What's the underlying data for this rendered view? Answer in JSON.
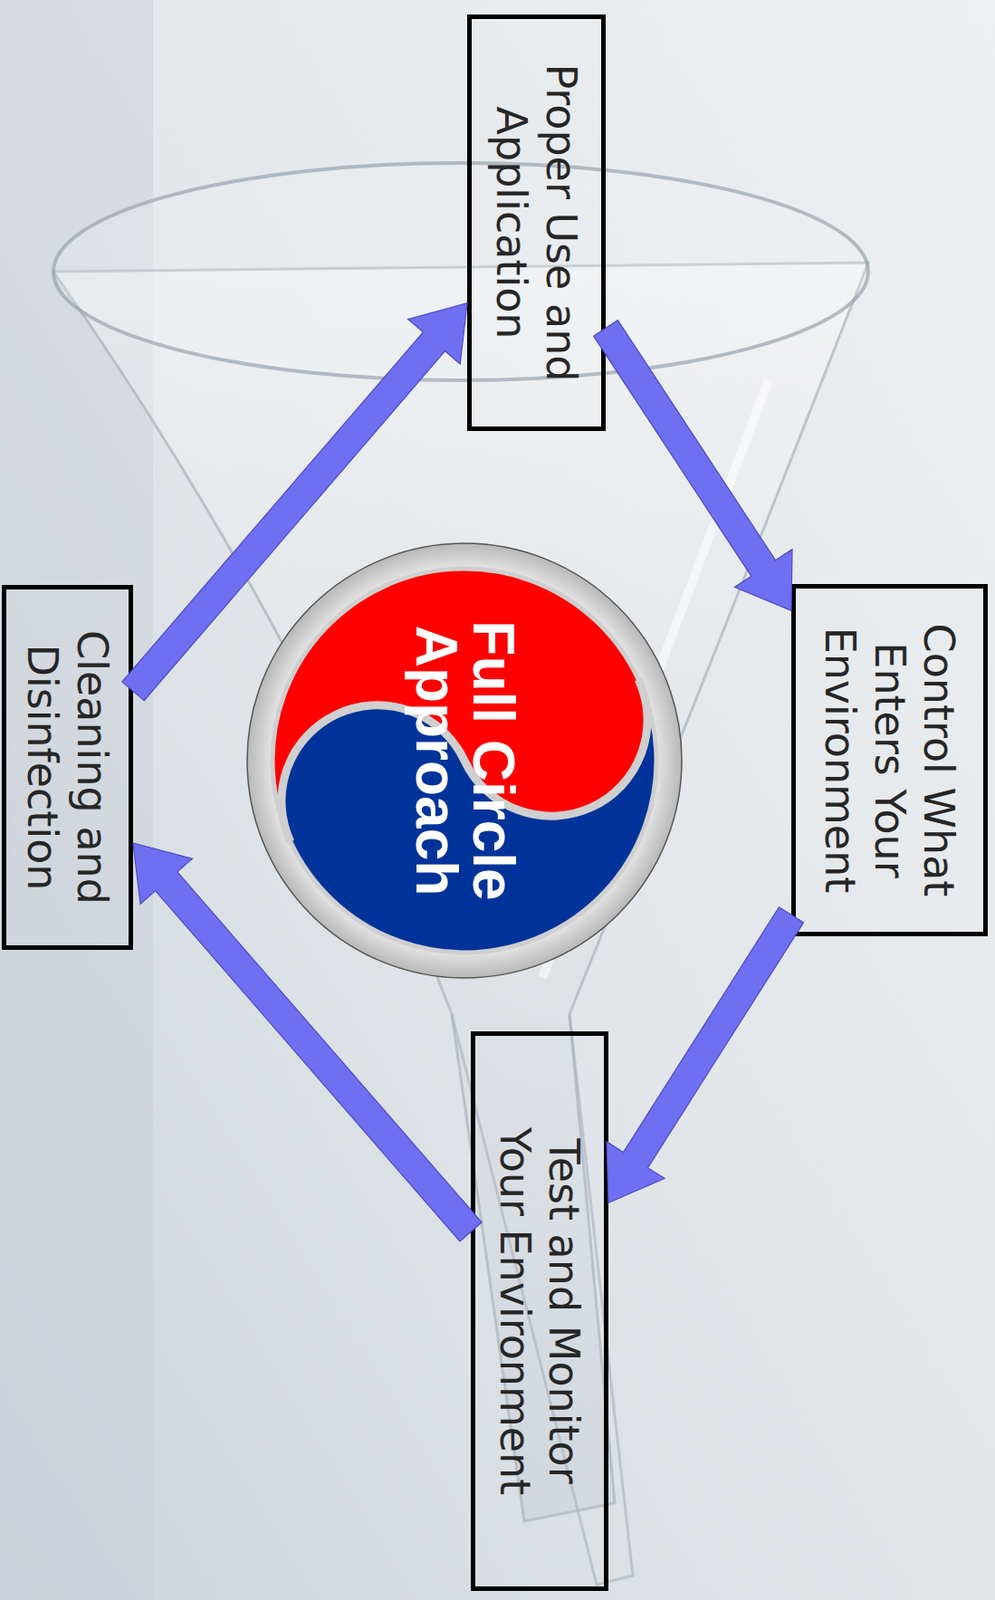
{
  "diagram": {
    "nodes": [
      {
        "text": [
          "Control What Enters Your Environment"
        ]
      },
      {
        "text": [
          "Proper Use and Application"
        ]
      },
      {
        "text": [
          "Full Circle Approach"
        ]
      },
      {
        "text": [
          "Test and Monitor Your Environment"
        ]
      },
      {
        "text": [
          "Cleaning and Disinfection"
        ]
      }
    ],
    "edges": [
      {
        "from": 1,
        "to": 0,
        "arrow": "to"
      },
      {
        "from": 0,
        "to": 3,
        "arrow": "to"
      },
      {
        "from": 3,
        "to": 4,
        "arrow": "to"
      },
      {
        "from": 4,
        "to": 1,
        "arrow": "to"
      }
    ]
  }
}
